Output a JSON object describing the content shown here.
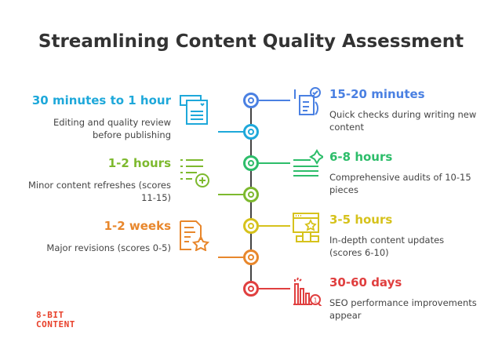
{
  "title": "Streamlining Content Quality Assessment",
  "items": [
    {
      "heading": "15-20 minutes",
      "description": "Quick checks during writing new content",
      "color": "#4a80e2",
      "icon": "checklist-hand-icon"
    },
    {
      "heading": "30 minutes to 1 hour",
      "description": "Editing and quality review before publishing",
      "color": "#1ea8da",
      "icon": "document-review-icon"
    },
    {
      "heading": "6-8 hours",
      "description": "Comprehensive audits of 10-15 pieces",
      "color": "#2dbd6a",
      "icon": "lines-sparkle-icon"
    },
    {
      "heading": "1-2 hours",
      "description": "Minor content refreshes (scores 11-15)",
      "color": "#7db92e",
      "icon": "list-add-icon"
    },
    {
      "heading": "3-5 hours",
      "description": "In-depth content updates (scores 6-10)",
      "color": "#d6c21c",
      "icon": "browser-star-podium-icon"
    },
    {
      "heading": "1-2 weeks",
      "description": "Major revisions (scores 0-5)",
      "color": "#e8872c",
      "icon": "document-star-icon"
    },
    {
      "heading": "30-60 days",
      "description": "SEO performance improvements appear",
      "color": "#e03f3f",
      "icon": "chart-search-icon"
    }
  ],
  "logo": {
    "line1": "8-BIT",
    "line2": "CONTENT"
  }
}
